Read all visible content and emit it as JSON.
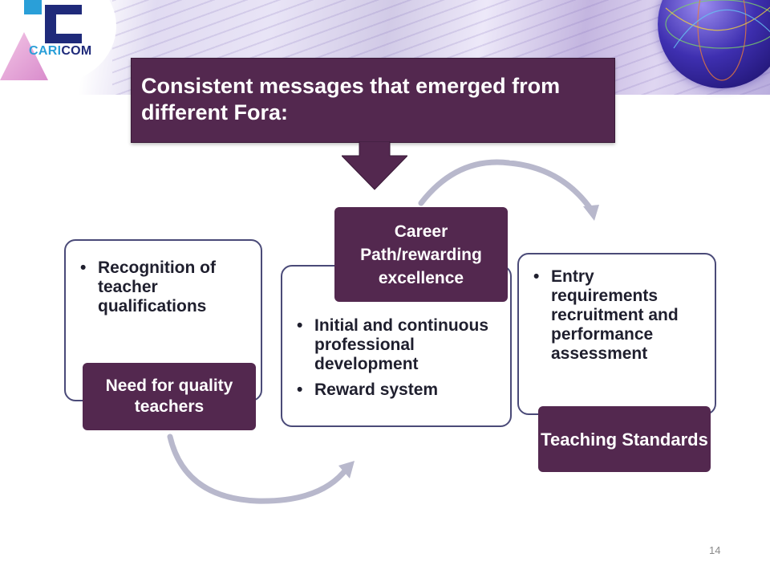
{
  "logo": {
    "text_part1": "CARI",
    "text_part2": "COM"
  },
  "title": "Consistent messages that emerged from different Fora:",
  "cycle": [
    {
      "label": "Need for quality teachers",
      "bullets": [
        "Recognition of teacher qualifications"
      ]
    },
    {
      "label": "Career Path/rewarding excellence",
      "bullets": [
        "Initial and continuous professional development",
        "Reward system"
      ]
    },
    {
      "label": "Teaching Standards",
      "bullets": [
        "Entry requirements recruitment and performance assessment"
      ]
    }
  ],
  "bullet_char": "•",
  "page_number": "14",
  "colors": {
    "accent": "#53284f",
    "border": "#4a4a78",
    "arrow": "#b8b8cc"
  }
}
